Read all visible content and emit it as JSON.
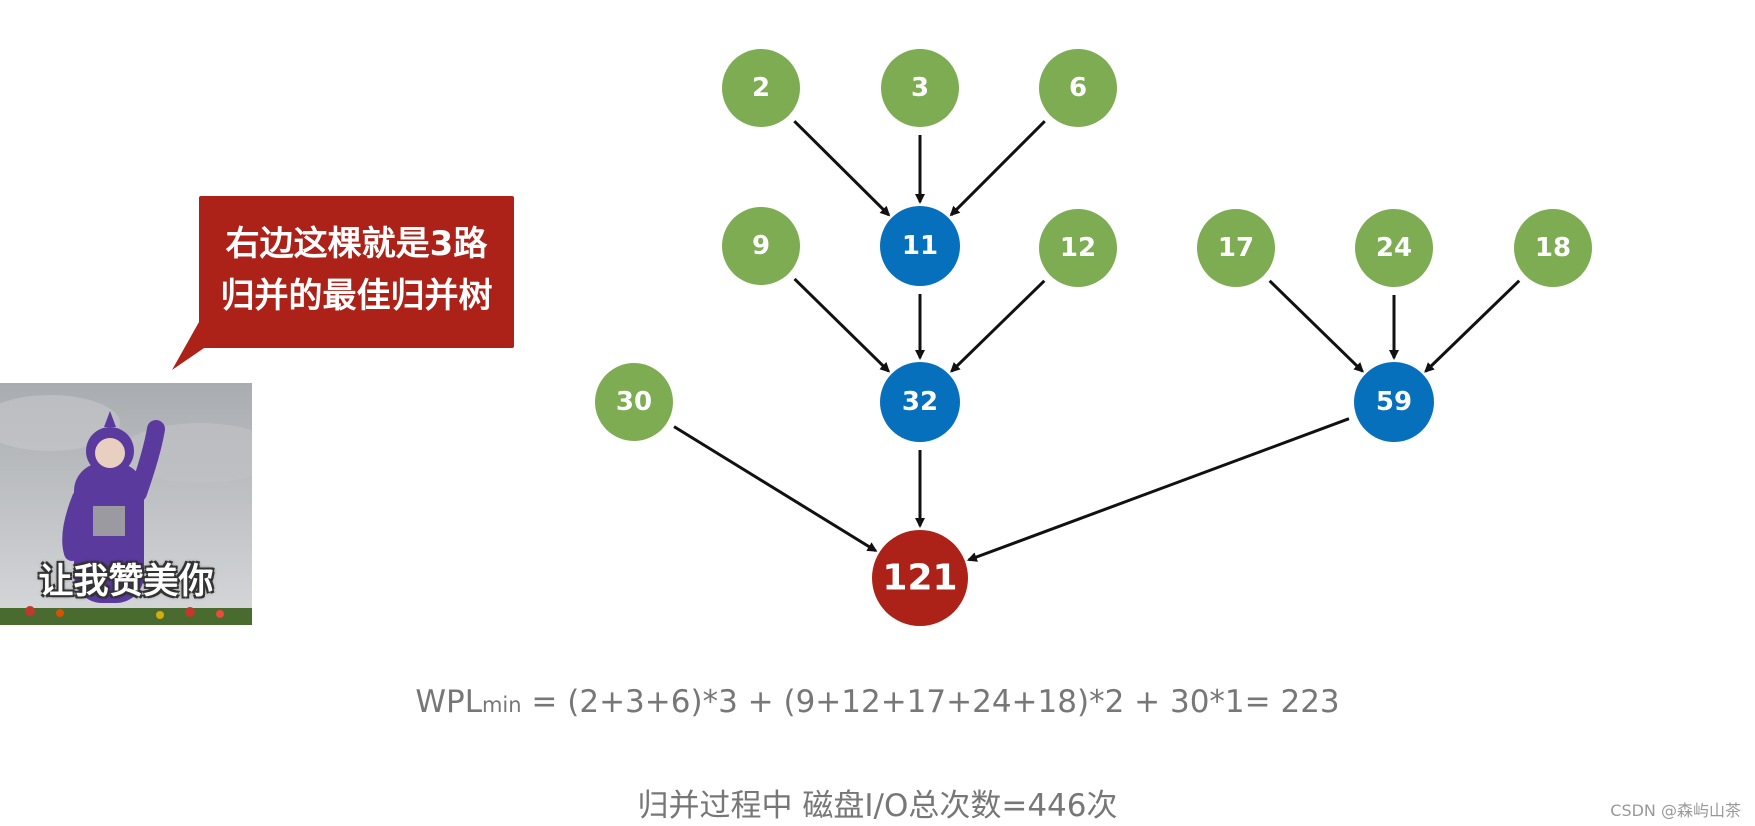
{
  "diagram": {
    "nodes": [
      {
        "id": "n2",
        "label": "2",
        "type": "leaf"
      },
      {
        "id": "n3",
        "label": "3",
        "type": "leaf"
      },
      {
        "id": "n6",
        "label": "6",
        "type": "leaf"
      },
      {
        "id": "n9",
        "label": "9",
        "type": "leaf"
      },
      {
        "id": "n11",
        "label": "11",
        "type": "internal"
      },
      {
        "id": "n12",
        "label": "12",
        "type": "leaf"
      },
      {
        "id": "n17",
        "label": "17",
        "type": "leaf"
      },
      {
        "id": "n24",
        "label": "24",
        "type": "leaf"
      },
      {
        "id": "n18",
        "label": "18",
        "type": "leaf"
      },
      {
        "id": "n30",
        "label": "30",
        "type": "leaf"
      },
      {
        "id": "n32",
        "label": "32",
        "type": "internal"
      },
      {
        "id": "n59",
        "label": "59",
        "type": "internal"
      },
      {
        "id": "n121",
        "label": "121",
        "type": "root"
      }
    ],
    "edges": [
      [
        "n2",
        "n11"
      ],
      [
        "n3",
        "n11"
      ],
      [
        "n6",
        "n11"
      ],
      [
        "n9",
        "n32"
      ],
      [
        "n11",
        "n32"
      ],
      [
        "n12",
        "n32"
      ],
      [
        "n17",
        "n59"
      ],
      [
        "n24",
        "n59"
      ],
      [
        "n18",
        "n59"
      ],
      [
        "n30",
        "n121"
      ],
      [
        "n32",
        "n121"
      ],
      [
        "n59",
        "n121"
      ]
    ],
    "colors": {
      "leaf": "#7dac53",
      "internal": "#0670bd",
      "root": "#ac2118",
      "edge": "#111111"
    }
  },
  "bubble": {
    "line1": "右边这棵就是3路",
    "line2": "归并的最佳归并树"
  },
  "photo": {
    "caption": "让我赞美你"
  },
  "formula": {
    "prefix": "WPL",
    "subscript": "min",
    "body": " = (2+3+6)*3 + (9+12+17+24+18)*2 + 30*1= 223"
  },
  "io_line": "归并过程中 磁盘I/O总次数=446次",
  "credit": "CSDN @森屿山茶"
}
